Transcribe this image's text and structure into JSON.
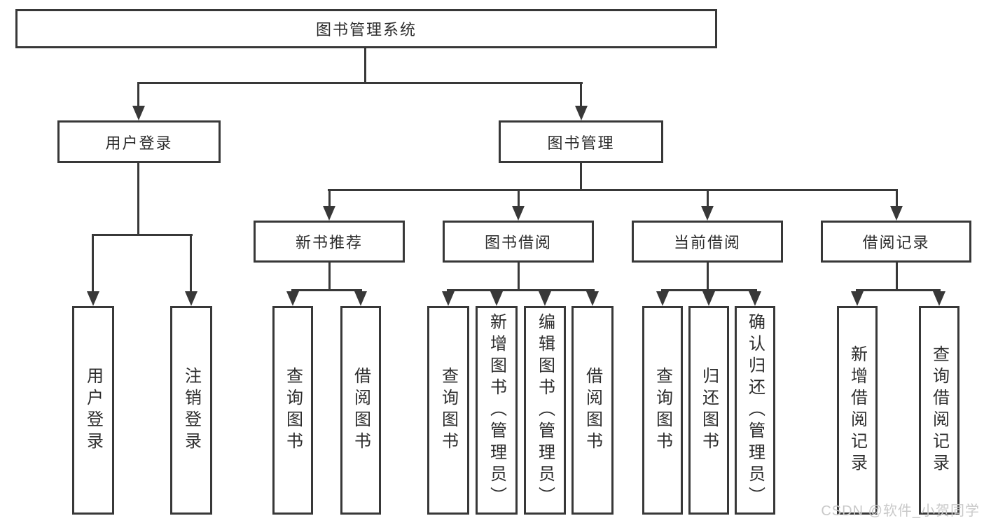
{
  "root": {
    "label": "图书管理系统"
  },
  "branches": [
    {
      "label": "用户登录"
    },
    {
      "label": "图书管理"
    }
  ],
  "modules": [
    {
      "label": "新书推荐"
    },
    {
      "label": "图书借阅"
    },
    {
      "label": "当前借阅"
    },
    {
      "label": "借阅记录"
    }
  ],
  "leaves": [
    {
      "label": "用户登录"
    },
    {
      "label": "注销登录"
    },
    {
      "label": "查询图书"
    },
    {
      "label": "借阅图书"
    },
    {
      "label": "查询图书"
    },
    {
      "label": "新增图书（管理员）"
    },
    {
      "label": "编辑图书（管理员）"
    },
    {
      "label": "借阅图书"
    },
    {
      "label": "查询图书"
    },
    {
      "label": "归还图书"
    },
    {
      "label": "确认归还（管理员）"
    },
    {
      "label": "新增借阅记录"
    },
    {
      "label": "查询借阅记录"
    }
  ],
  "watermark": {
    "text": "CSDN @软件_小贺同学"
  },
  "colors": {
    "line": "#383838",
    "box_border": "#383838",
    "text": "#2d2d2d",
    "watermark": "#c9c9c9",
    "background": "#ffffff"
  }
}
